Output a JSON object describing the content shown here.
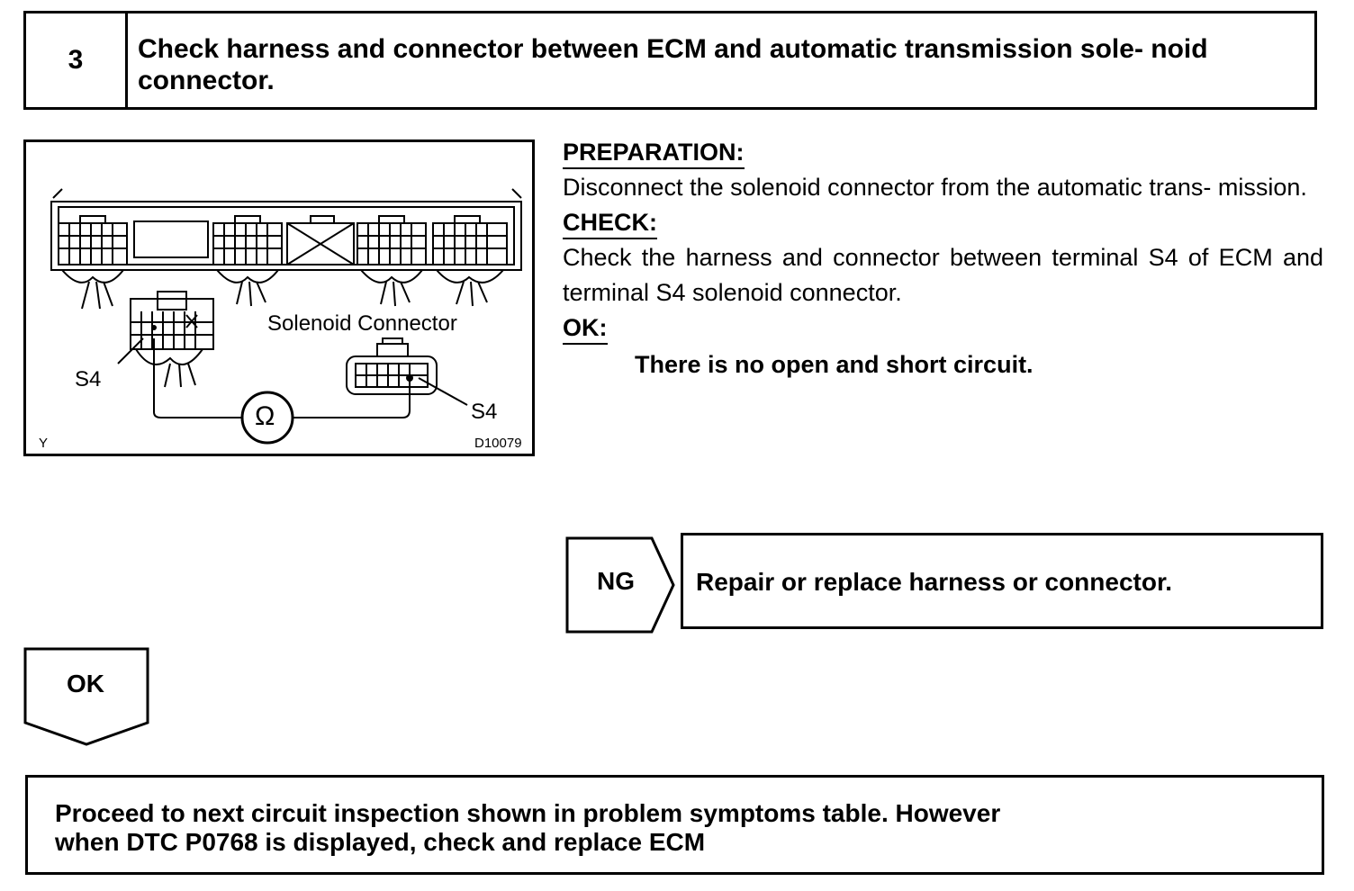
{
  "step": {
    "number": "3",
    "title": "Check harness and connector between ECM and automatic transmission sole- noid connector."
  },
  "figure": {
    "label_solenoid_connector": "Solenoid Connector",
    "label_ecm_terminal": "S4",
    "label_solenoid_terminal": "S4",
    "corner_mark": "Y",
    "figure_code": "D10079",
    "ohm_symbol": "Ω"
  },
  "instructions": {
    "preparation_heading": "PREPARATION:",
    "preparation_text": "Disconnect the solenoid connector from the automatic trans- mission.",
    "check_heading": "CHECK:",
    "check_text": "Check the harness and connector between terminal S4 of ECM and terminal S4 solenoid connector.",
    "ok_heading": "OK:",
    "ok_text": "There is no open and short circuit."
  },
  "ng_branch": {
    "label": "NG",
    "action": "Repair or replace harness or connector."
  },
  "ok_branch": {
    "label": "OK"
  },
  "next_step": {
    "line1": "Proceed to next circuit inspection shown in problem symptoms table. However",
    "line2": "when DTC P0768 is displayed, check and replace ECM"
  }
}
